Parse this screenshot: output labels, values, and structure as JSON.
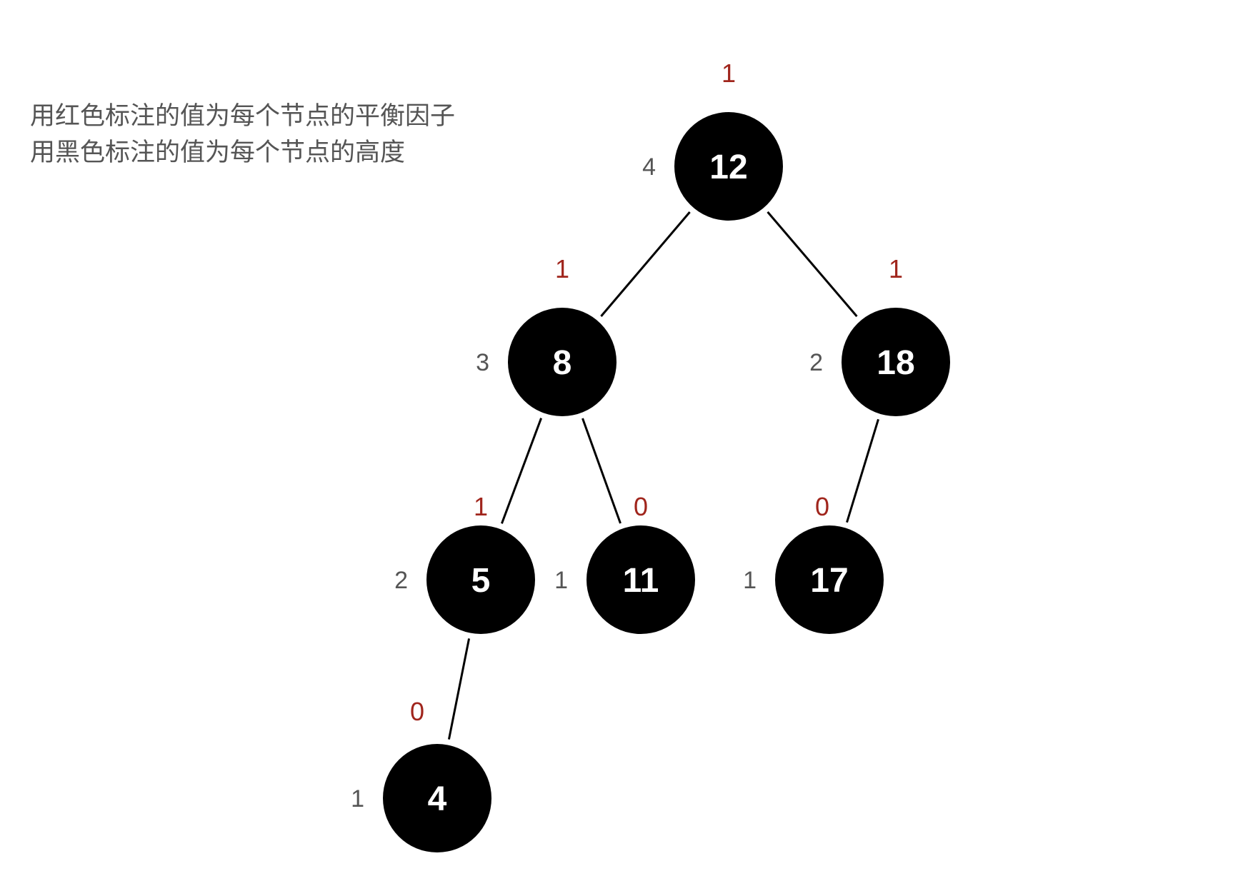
{
  "legend": {
    "line1": "用红色标注的值为每个节点的平衡因子",
    "line2": "用黑色标注的值为每个节点的高度"
  },
  "colors": {
    "node_fill": "#000000",
    "node_text": "#ffffff",
    "edge": "#000000",
    "balance_factor": "#a0251c",
    "height": "#555555",
    "legend_text": "#555555"
  },
  "tree": {
    "nodes": [
      {
        "id": "n12",
        "label": "12",
        "height": "4",
        "balance": "1"
      },
      {
        "id": "n8",
        "label": "8",
        "height": "3",
        "balance": "1"
      },
      {
        "id": "n18",
        "label": "18",
        "height": "2",
        "balance": "1"
      },
      {
        "id": "n5",
        "label": "5",
        "height": "2",
        "balance": "1"
      },
      {
        "id": "n11",
        "label": "11",
        "height": "1",
        "balance": "0"
      },
      {
        "id": "n17",
        "label": "17",
        "height": "1",
        "balance": "0"
      },
      {
        "id": "n4",
        "label": "4",
        "height": "1",
        "balance": "0"
      }
    ],
    "edges": [
      {
        "from": "n12",
        "to": "n8"
      },
      {
        "from": "n12",
        "to": "n18"
      },
      {
        "from": "n8",
        "to": "n5"
      },
      {
        "from": "n8",
        "to": "n11"
      },
      {
        "from": "n18",
        "to": "n17"
      },
      {
        "from": "n5",
        "to": "n4"
      }
    ]
  }
}
